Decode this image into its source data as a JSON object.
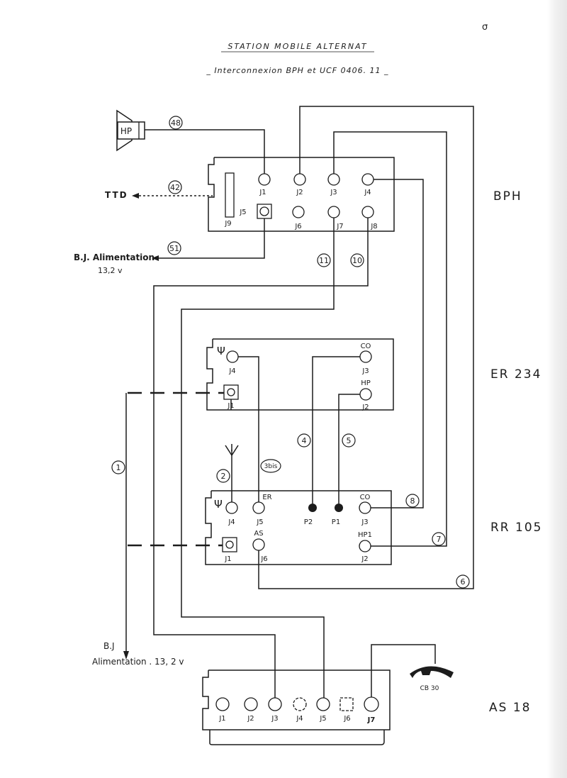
{
  "title": "STATION MOBILE ALTERNAT",
  "subtitle": "_ Interconnexion   BPH et UCF 0406. 11 _",
  "corner_mark": "σ",
  "units": {
    "bph": {
      "name": "BPH",
      "jacks": [
        "J1",
        "J2",
        "J3",
        "J4",
        "J5",
        "J6",
        "J7",
        "J8",
        "J9"
      ]
    },
    "er234": {
      "name": "ER 234",
      "jacks": [
        "J4",
        "CO",
        "J3",
        "HP",
        "J2",
        "J1"
      ]
    },
    "rr105": {
      "name": "RR 105",
      "jacks": [
        "J4",
        "ER",
        "J5",
        "P2",
        "P1",
        "CO",
        "J3",
        "AS",
        "J6",
        "HP1",
        "J2",
        "J1"
      ]
    },
    "as18": {
      "name": "AS 18",
      "jacks": [
        "J1",
        "J2",
        "J3",
        "J4",
        "J5",
        "J6",
        "J7"
      ]
    }
  },
  "peripherals": {
    "speaker": "HP",
    "ttd": "TTD",
    "bj_top_line1": "B.J. Alimentation",
    "bj_top_line2": "13,2 v",
    "bj_bottom_line1": "B.J",
    "bj_bottom_line2": "Alimentation . 13, 2 v",
    "handset": "CB 30"
  },
  "wires": [
    "48",
    "42",
    "51",
    "11",
    "10",
    "1",
    "2",
    "3bis",
    "4",
    "5",
    "6",
    "7",
    "8"
  ],
  "colors": {
    "ink": "#1c1c1c",
    "paper": "#ffffff"
  }
}
